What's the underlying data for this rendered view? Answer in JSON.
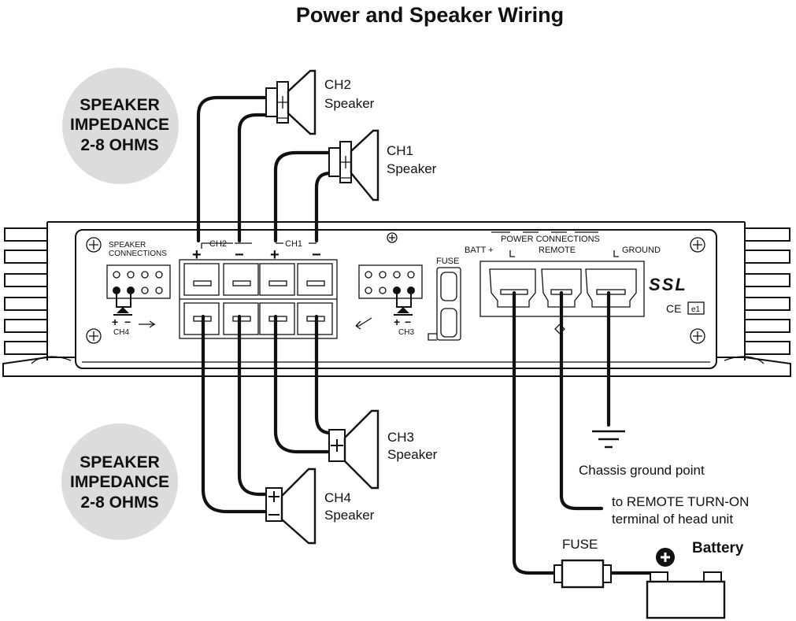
{
  "title": "Power and Speaker Wiring",
  "impedance": {
    "top": [
      "SPEAKER",
      "IMPEDANCE",
      "2-8 OHMS"
    ],
    "bottom": [
      "SPEAKER",
      "IMPEDANCE",
      "2-8 OHMS"
    ]
  },
  "speakers": {
    "ch2": [
      "CH2",
      "Speaker"
    ],
    "ch1": [
      "CH1",
      "Speaker"
    ],
    "ch3": [
      "CH3",
      "Speaker"
    ],
    "ch4": [
      "CH4",
      "Speaker"
    ]
  },
  "panel": {
    "speaker_connections": [
      "SPEAKER",
      "CONNECTIONS"
    ],
    "ch2": "CH2",
    "ch1": "CH1",
    "plus": "+",
    "minus": "−",
    "ch4": "CH4",
    "ch3": "CH3",
    "fuse": "FUSE",
    "power_connections": "POWER CONNECTIONS",
    "batt": "BATT +",
    "remote": "REMOTE",
    "ground": "GROUND",
    "brand": "SSL",
    "ce": "CE",
    "cert": "e1"
  },
  "external": {
    "chassis": "Chassis ground point",
    "remote": [
      "to REMOTE TURN-ON",
      "terminal of head unit"
    ],
    "fuse": "FUSE",
    "battery": "Battery"
  }
}
